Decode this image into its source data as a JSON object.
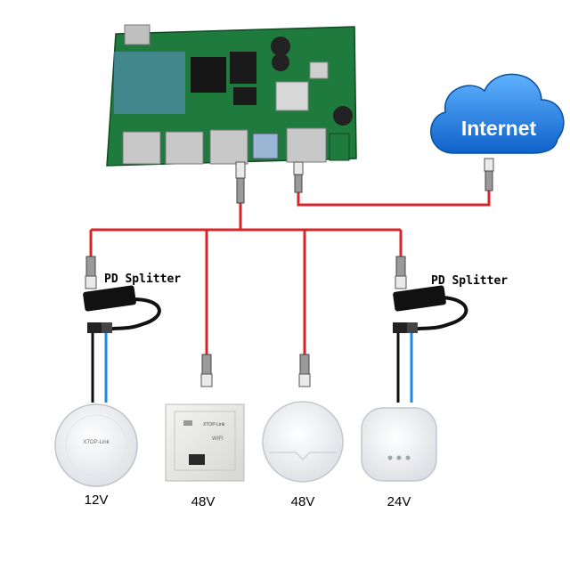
{
  "cloud": {
    "label": "Internet"
  },
  "splitters": [
    {
      "label": "PD Splitter"
    },
    {
      "label": "PD Splitter"
    }
  ],
  "devices": [
    {
      "voltage": "12V",
      "brand": "XTOP-Link"
    },
    {
      "voltage": "48V",
      "brand": "XTOP-Link",
      "wifi": "WIFI"
    },
    {
      "voltage": "48V"
    },
    {
      "voltage": "24V"
    }
  ],
  "colors": {
    "poe_line": "#d9252a",
    "data_line": "#1e88e5",
    "power_line": "#111111",
    "cloud": "#1c7fe0",
    "pcb": "#1f7a3d"
  }
}
